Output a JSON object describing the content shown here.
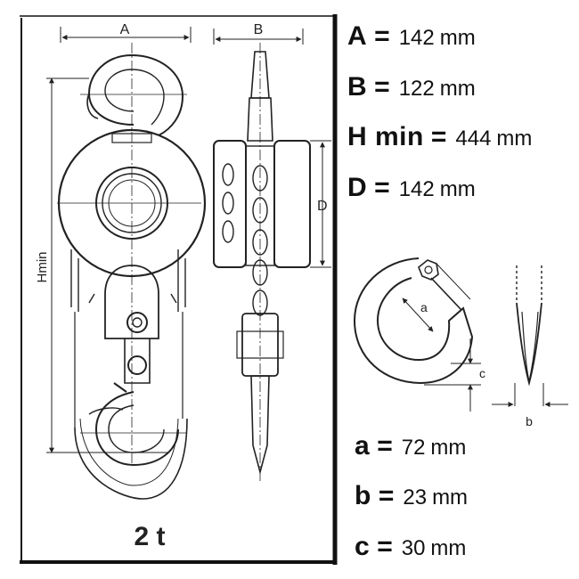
{
  "main_dims": [
    {
      "key": "A",
      "value": "142",
      "unit": "mm"
    },
    {
      "key": "B",
      "value": "122",
      "unit": "mm"
    },
    {
      "key": "H min",
      "value": "444",
      "unit": "mm"
    },
    {
      "key": "D",
      "value": "142",
      "unit": "mm"
    }
  ],
  "hook_dims": [
    {
      "key": "a",
      "value": "72",
      "unit": "mm"
    },
    {
      "key": "b",
      "value": "23",
      "unit": "mm"
    },
    {
      "key": "c",
      "value": "30",
      "unit": "mm"
    }
  ],
  "drawing_labels": {
    "A": "A",
    "B": "B",
    "D": "D",
    "Hmin": "Hmin",
    "capacity": "2 t",
    "hook_a": "a",
    "hook_b": "b",
    "hook_c": "c"
  },
  "colors": {
    "line": "#222222",
    "frame": "#111111",
    "fill": "#ffffff"
  }
}
